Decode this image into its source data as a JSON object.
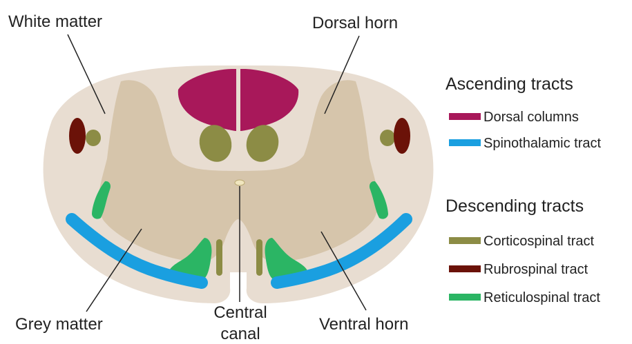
{
  "callouts": {
    "white_matter": "White matter",
    "dorsal_horn": "Dorsal horn",
    "grey_matter": "Grey matter",
    "central_canal_line1": "Central",
    "central_canal_line2": "canal",
    "ventral_horn": "Ventral horn"
  },
  "legend": {
    "ascending": {
      "title": "Ascending tracts",
      "items": [
        {
          "label": "Dorsal columns",
          "color": "#a8185a"
        },
        {
          "label": "Spinothalamic tract",
          "color": "#1a9fe0"
        }
      ]
    },
    "descending": {
      "title": "Descending tracts",
      "items": [
        {
          "label": "Corticospinal tract",
          "color": "#8c8c45"
        },
        {
          "label": "Rubrospinal tract",
          "color": "#6b1208"
        },
        {
          "label": "Reticulospinal tract",
          "color": "#2bb564"
        }
      ]
    }
  },
  "colors": {
    "white_matter": "#e8ddd1",
    "grey_matter": "#d6c5ab",
    "central_canal": "#f1e6bf"
  }
}
